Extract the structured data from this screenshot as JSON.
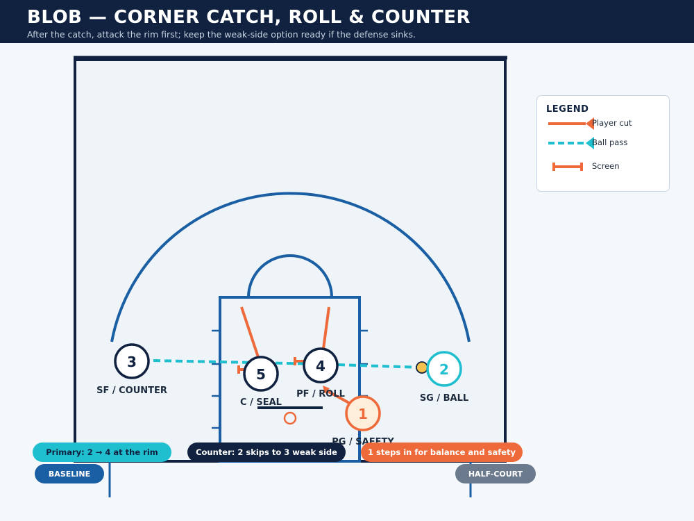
{
  "header": {
    "title": "BLOB — CORNER CATCH, ROLL & COUNTER",
    "subtitle": "After the catch, attack the rim first; keep the weak-side option ready if the defense sinks."
  },
  "legend": {
    "title": "LEGEND",
    "items": [
      {
        "label": "Player cut",
        "icon": "player-cut-arrow"
      },
      {
        "label": "Ball pass",
        "icon": "ball-pass-arrow"
      },
      {
        "label": "Screen",
        "icon": "screen-bar"
      }
    ]
  },
  "players": [
    {
      "number": "3",
      "label": "SF / COUNTER"
    },
    {
      "number": "5",
      "label": "C / SEAL"
    },
    {
      "number": "4",
      "label": "PF / ROLL"
    },
    {
      "number": "2",
      "label": "SG / BALL"
    },
    {
      "number": "1",
      "label": "PG / SAFETY"
    }
  ],
  "callouts": {
    "primary": "Primary: 2 → 4 at the rim",
    "counter": "Counter: 2 skips to 3 weak side",
    "safety": "1 steps in for balance and safety"
  },
  "court_tags": {
    "baseline": "BASELINE",
    "half_court": "HALF-COURT"
  },
  "colors": {
    "navy": "#10223f",
    "court_blue": "#1a5ea3",
    "cut_orange": "#ee6a3a",
    "pass_teal": "#1fbfcf",
    "ball_yellow": "#f2c14e"
  }
}
